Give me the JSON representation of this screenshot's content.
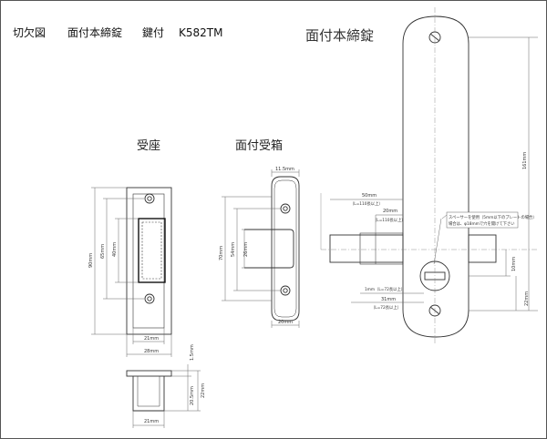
{
  "header": {
    "segments": [
      "切欠図",
      "面付本締錠",
      "鍵付",
      "K582TM"
    ]
  },
  "titles": {
    "lock_body": "面付本締錠",
    "strike": "受座",
    "box_strike": "面付受箱"
  },
  "dims": {
    "strike_height": "90mm",
    "strike_hole_pitch": "65mm",
    "strike_opening": "40mm",
    "strike_inner_w": "21mm",
    "strike_plate_w": "28mm",
    "strike_depth": "1.5mm",
    "strike_box_depth": "20.5mm",
    "strike_total_depth": "22mm",
    "strike_box_w": "21mm",
    "box_top": "11.5mm",
    "box_height": "70mm",
    "box_inner": "54mm",
    "box_opening": "26mm",
    "box_width": "20mm",
    "bolt_length": "50mm",
    "bolt_length_note": "（L=110長以上）",
    "bolt_inner": "20mm",
    "bolt_inner_note": "（L=110長以上）",
    "spacer_note_1": "スペーサーを使用（5mm以下のプレートの場合）",
    "spacer_note_2": "場合は、φ18mmで穴を開けて下さい",
    "body_height": "161mm",
    "cyl_offset": "10mm",
    "cyl_spacing": "22mm",
    "stroke_1": "1mm（L=72長以上）",
    "stroke_2": "31mm",
    "stroke_2_note": "（L=72長以上）"
  },
  "colors": {
    "line": "#333333",
    "dim_line": "#666666"
  }
}
